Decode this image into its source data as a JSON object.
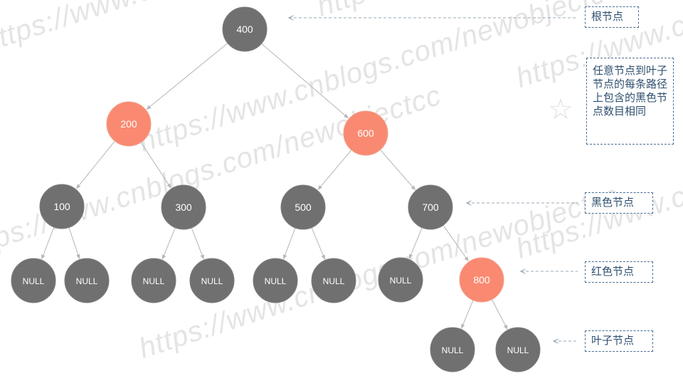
{
  "watermark_text": [
    "https://www.cnblogs.com/newobjectcc"
  ],
  "nodes": [
    {
      "id": "n400",
      "label": "400",
      "color": "black"
    },
    {
      "id": "n200",
      "label": "200",
      "color": "red"
    },
    {
      "id": "n600",
      "label": "600",
      "color": "red"
    },
    {
      "id": "n100",
      "label": "100",
      "color": "black"
    },
    {
      "id": "n300",
      "label": "300",
      "color": "black"
    },
    {
      "id": "n500",
      "label": "500",
      "color": "black"
    },
    {
      "id": "n700",
      "label": "700",
      "color": "black"
    },
    {
      "id": "null1",
      "label": "NULL",
      "color": "black"
    },
    {
      "id": "null2",
      "label": "NULL",
      "color": "black"
    },
    {
      "id": "null3",
      "label": "NULL",
      "color": "black"
    },
    {
      "id": "null4",
      "label": "NULL",
      "color": "black"
    },
    {
      "id": "null5",
      "label": "NULL",
      "color": "black"
    },
    {
      "id": "null6",
      "label": "NULL",
      "color": "black"
    },
    {
      "id": "null7",
      "label": "NULL",
      "color": "black"
    },
    {
      "id": "n800",
      "label": "800",
      "color": "red"
    },
    {
      "id": "null8",
      "label": "NULL",
      "color": "black"
    },
    {
      "id": "null9",
      "label": "NULL",
      "color": "black"
    }
  ],
  "edges": [
    [
      "n400",
      "n200"
    ],
    [
      "n400",
      "n600"
    ],
    [
      "n200",
      "n100"
    ],
    [
      "n200",
      "n300"
    ],
    [
      "n600",
      "n500"
    ],
    [
      "n600",
      "n700"
    ],
    [
      "n100",
      "null1"
    ],
    [
      "n100",
      "null2"
    ],
    [
      "n300",
      "null3"
    ],
    [
      "n300",
      "null4"
    ],
    [
      "n500",
      "null5"
    ],
    [
      "n500",
      "null6"
    ],
    [
      "n700",
      "null7"
    ],
    [
      "n700",
      "n800"
    ],
    [
      "n800",
      "null8"
    ],
    [
      "n800",
      "null9"
    ]
  ],
  "legend": {
    "root": "根节点",
    "rule": "任意节点到叶子节点的每条路径上包含的黑色节点数目相同",
    "black_node": "黑色节点",
    "red_node": "红色节点",
    "leaf_node": "叶子节点"
  },
  "colors": {
    "black_node": "#707070",
    "red_node": "#f98a71",
    "edge": "#b5b5b5",
    "legend_text": "#2f4f70",
    "legend_border": "#4a6f95"
  }
}
